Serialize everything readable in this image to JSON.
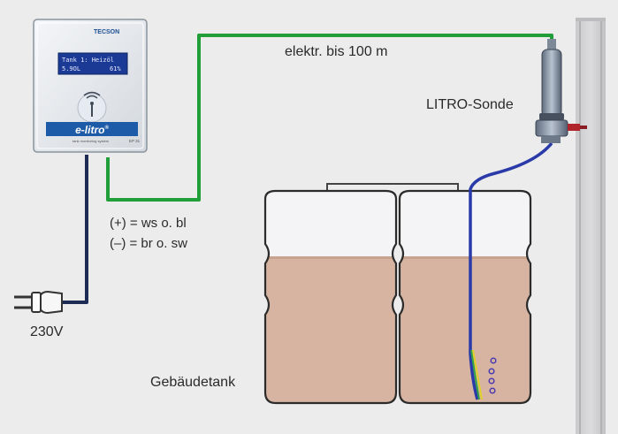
{
  "device": {
    "brand": "TECSON",
    "display_line1": "Tank 1: Heizöl",
    "display_line2": "5.9OL",
    "display_line2_right": "61%",
    "product_name": "e-litro",
    "tagline": "tank monitoring system",
    "model": "EP 31"
  },
  "labels": {
    "cable": "elektr. bis 100 m",
    "sonde": "LITRO-Sonde",
    "wire_plus": "(+) = ws o. bl",
    "wire_minus": "(–) = br o. sw",
    "voltage": "230V",
    "tank": "Gebäudetank"
  },
  "colors": {
    "background": "#ececec",
    "green_cable": "#1f9e3a",
    "probe_cable": "#2a3aa8",
    "power_cable": "#1e2b55",
    "liquid": "#d7b4a1",
    "tank_empty": "#f4f4f6",
    "device_blue": "#1d5aa8"
  },
  "icons": {
    "plug": "power-plug-icon",
    "wireless": "wireless-antenna-icon"
  }
}
